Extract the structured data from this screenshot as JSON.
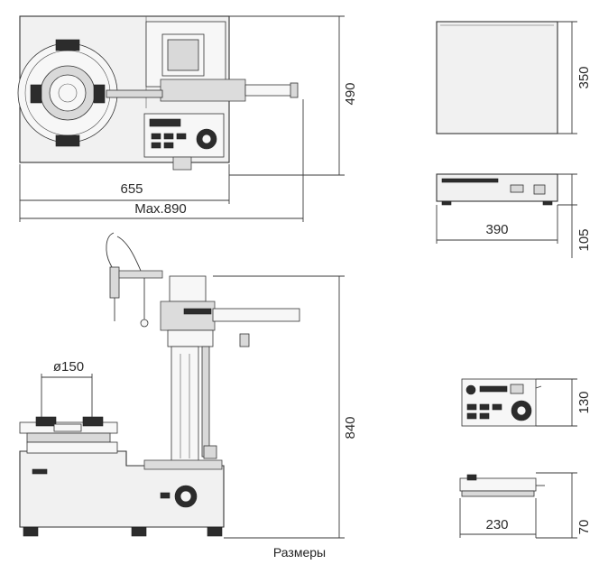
{
  "caption": "Размеры",
  "dimensions": {
    "top_width": "655",
    "top_max": "Max.890",
    "top_height": "490",
    "display_height": "350",
    "display_width": "390",
    "display_depth": "105",
    "front_height": "840",
    "table_diameter": "ø150",
    "controller_height": "130",
    "controller_width": "230",
    "controller_depth": "70"
  }
}
